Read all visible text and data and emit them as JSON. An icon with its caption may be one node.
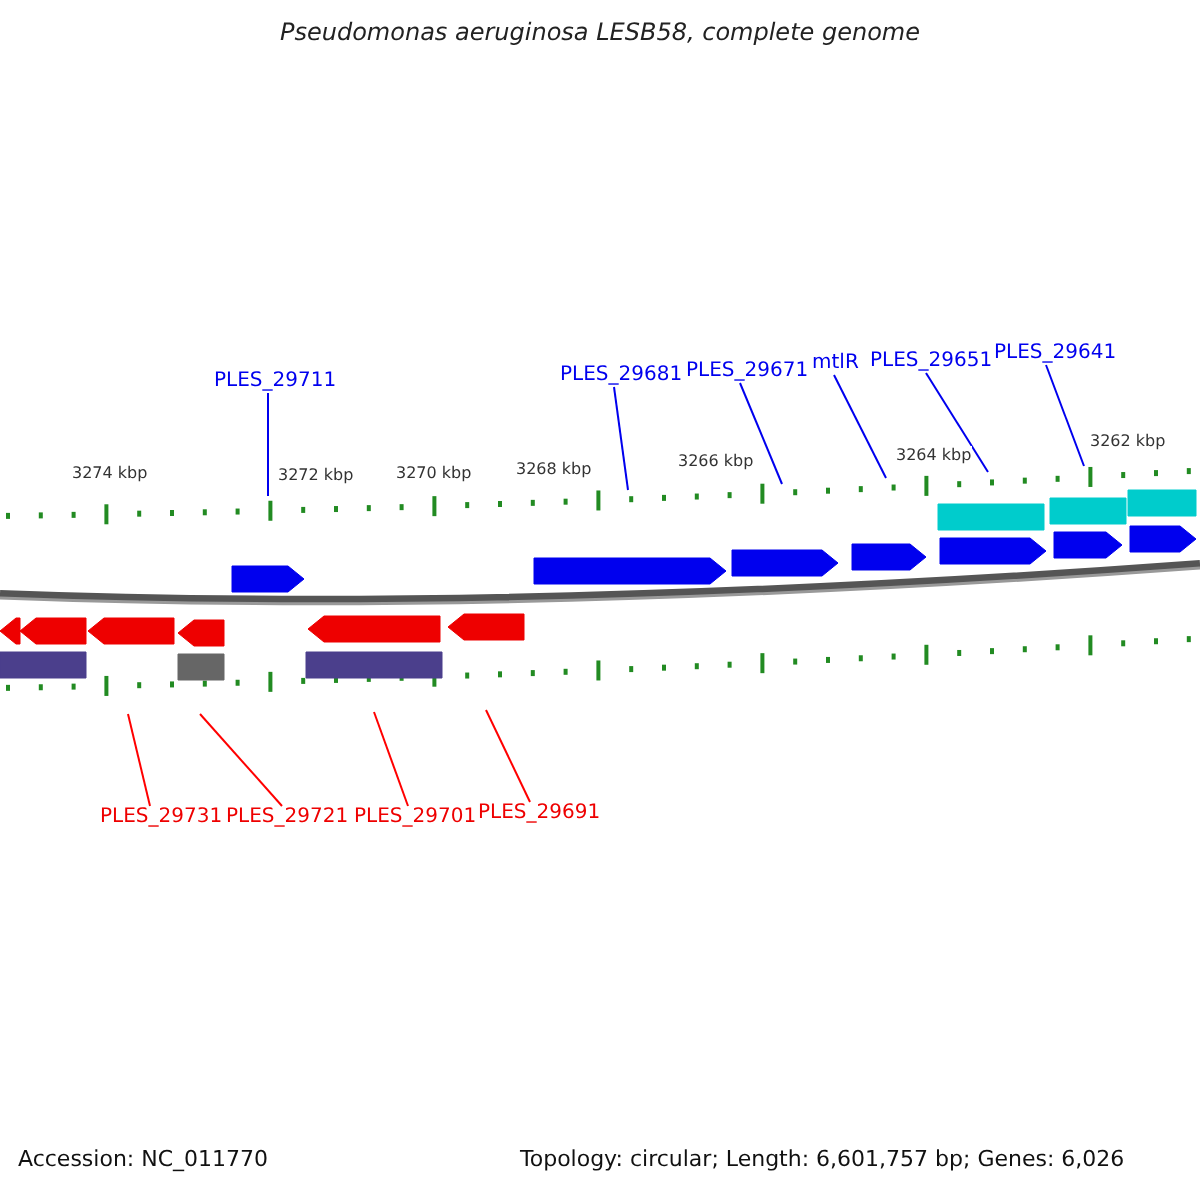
{
  "diagram": {
    "title": "Pseudomonas aeruginosa LESB58, complete genome",
    "nodes": [
      {
        "text": [
          "PLES_29711"
        ]
      },
      {
        "text": [
          "PLES_29681"
        ]
      },
      {
        "text": [
          "PLES_29671"
        ]
      },
      {
        "text": [
          "mtlR"
        ]
      },
      {
        "text": [
          "PLES_29651"
        ]
      },
      {
        "text": [
          "PLES_29641"
        ]
      },
      {
        "text": [
          "PLES_29731"
        ]
      },
      {
        "text": [
          "PLES_29721"
        ]
      },
      {
        "text": [
          "PLES_29701"
        ]
      },
      {
        "text": [
          "PLES_29691"
        ]
      }
    ],
    "edges": [
      {
        "from": 0,
        "to": null,
        "arrow": "none"
      },
      {
        "from": 1,
        "to": null,
        "arrow": "none"
      },
      {
        "from": 2,
        "to": null,
        "arrow": "none"
      },
      {
        "from": 3,
        "to": null,
        "arrow": "none"
      },
      {
        "from": 4,
        "to": null,
        "arrow": "none"
      },
      {
        "from": 5,
        "to": null,
        "arrow": "none"
      },
      {
        "from": 6,
        "to": null,
        "arrow": "none",
        "color": "#ff0000"
      },
      {
        "from": 7,
        "to": null,
        "arrow": "none",
        "color": "#ff0000"
      },
      {
        "from": 8,
        "to": null,
        "arrow": "none",
        "color": "#ff0000"
      },
      {
        "from": 9,
        "to": null,
        "arrow": "none",
        "color": "#ff0000"
      }
    ],
    "labels": [
      "3274 kbp",
      "3272 kbp",
      "3270 kbp",
      "3268 kbp",
      "3266 kbp",
      "3264 kbp",
      "3262 kbp",
      "Accession: NC_011770",
      "Topology: circular; Length: 6,601,757 bp; Genes: 6,026"
    ]
  }
}
